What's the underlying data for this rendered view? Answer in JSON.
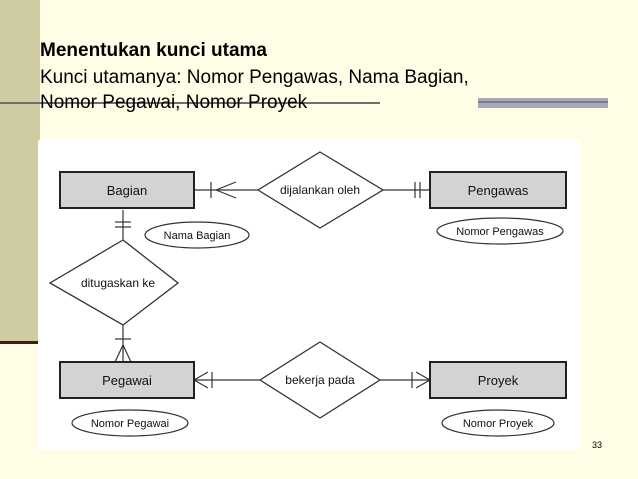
{
  "slide": {
    "title": "Menentukan kunci utama",
    "subtitle_line1": "Kunci utamanya: Nomor Pengawas, Nama Bagian,",
    "subtitle_line2": "Nomor Pegawai, Nomor Proyek",
    "page_number": "33"
  },
  "diagram": {
    "entities": {
      "bagian": "Bagian",
      "pengawas": "Pengawas",
      "pegawai": "Pegawai",
      "proyek": "Proyek"
    },
    "relationships": {
      "dijalankan_oleh": "dijalankan oleh",
      "ditugaskan_ke": "ditugaskan ke",
      "bekerja_pada": "bekerja pada"
    },
    "attributes": {
      "nama_bagian": "Nama Bagian",
      "nomor_pengawas": "Nomor Pengawas",
      "nomor_pegawai": "Nomor Pegawai",
      "nomor_proyek": "Nomor Proyek"
    },
    "colors": {
      "entity_fill": "#d3d3d3",
      "line": "#333333"
    }
  }
}
